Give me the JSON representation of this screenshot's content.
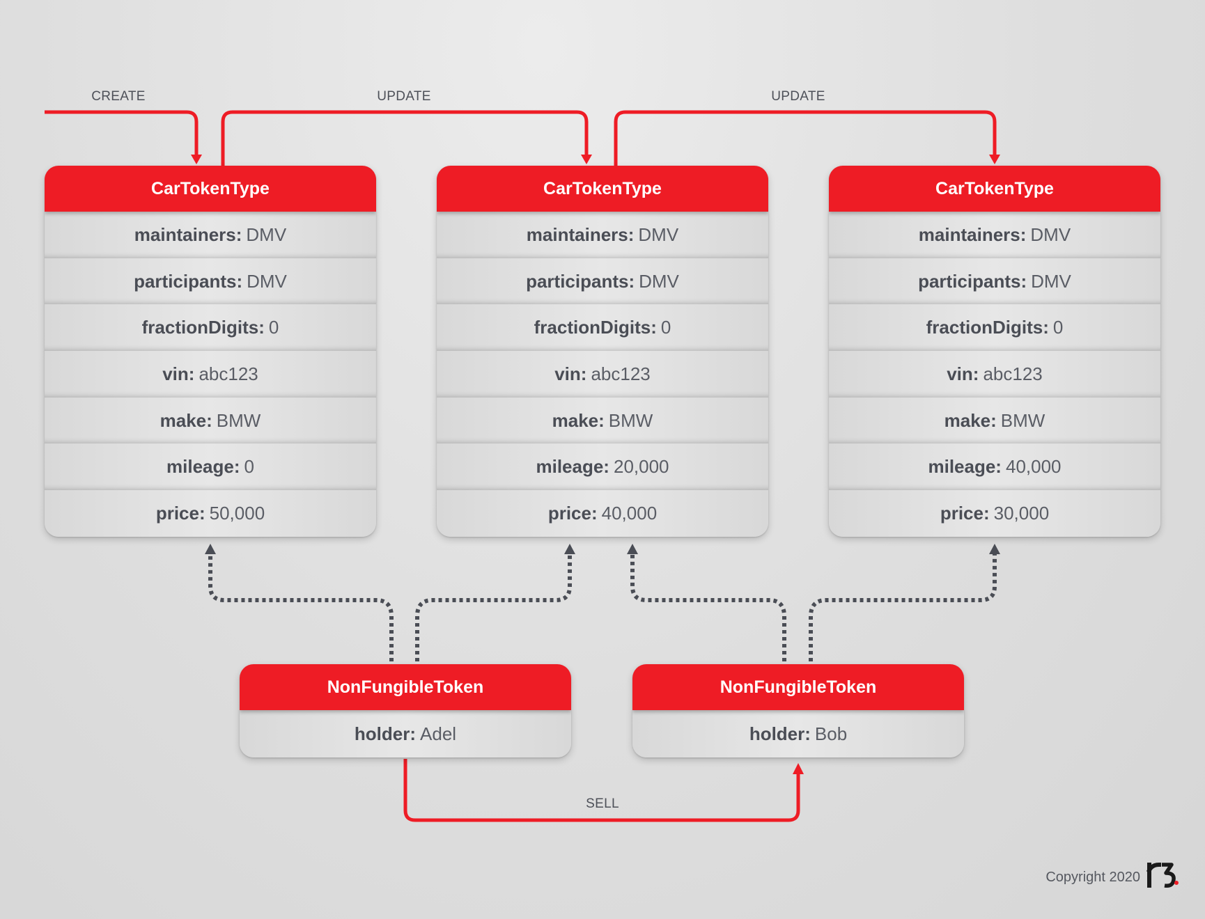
{
  "edges": {
    "create": "CREATE",
    "update_1": "UPDATE",
    "update_2": "UPDATE",
    "sell": "SELL"
  },
  "car_tokens": [
    {
      "title": "CarTokenType",
      "fields": [
        {
          "key": "maintainers:",
          "value": "DMV"
        },
        {
          "key": "participants:",
          "value": "DMV"
        },
        {
          "key": "fractionDigits:",
          "value": "0"
        },
        {
          "key": "vin:",
          "value": "abc123"
        },
        {
          "key": "make:",
          "value": "BMW"
        },
        {
          "key": "mileage:",
          "value": "0"
        },
        {
          "key": "price:",
          "value": "50,000"
        }
      ]
    },
    {
      "title": "CarTokenType",
      "fields": [
        {
          "key": "maintainers:",
          "value": "DMV"
        },
        {
          "key": "participants:",
          "value": "DMV"
        },
        {
          "key": "fractionDigits:",
          "value": "0"
        },
        {
          "key": "vin:",
          "value": "abc123"
        },
        {
          "key": "make:",
          "value": "BMW"
        },
        {
          "key": "mileage:",
          "value": "20,000"
        },
        {
          "key": "price:",
          "value": "40,000"
        }
      ]
    },
    {
      "title": "CarTokenType",
      "fields": [
        {
          "key": "maintainers:",
          "value": "DMV"
        },
        {
          "key": "participants:",
          "value": "DMV"
        },
        {
          "key": "fractionDigits:",
          "value": "0"
        },
        {
          "key": "vin:",
          "value": "abc123"
        },
        {
          "key": "make:",
          "value": "BMW"
        },
        {
          "key": "mileage:",
          "value": "40,000"
        },
        {
          "key": "price:",
          "value": "30,000"
        }
      ]
    }
  ],
  "nft_tokens": [
    {
      "title": "NonFungibleToken",
      "fields": [
        {
          "key": "holder:",
          "value": "Adel"
        }
      ]
    },
    {
      "title": "NonFungibleToken",
      "fields": [
        {
          "key": "holder:",
          "value": "Bob"
        }
      ]
    }
  ],
  "footer": {
    "copyright": "Copyright 2020",
    "logo_text": "r3."
  },
  "colors": {
    "accent": "#ee1c25",
    "dotted": "#4a4d55",
    "background": "#dedede"
  }
}
